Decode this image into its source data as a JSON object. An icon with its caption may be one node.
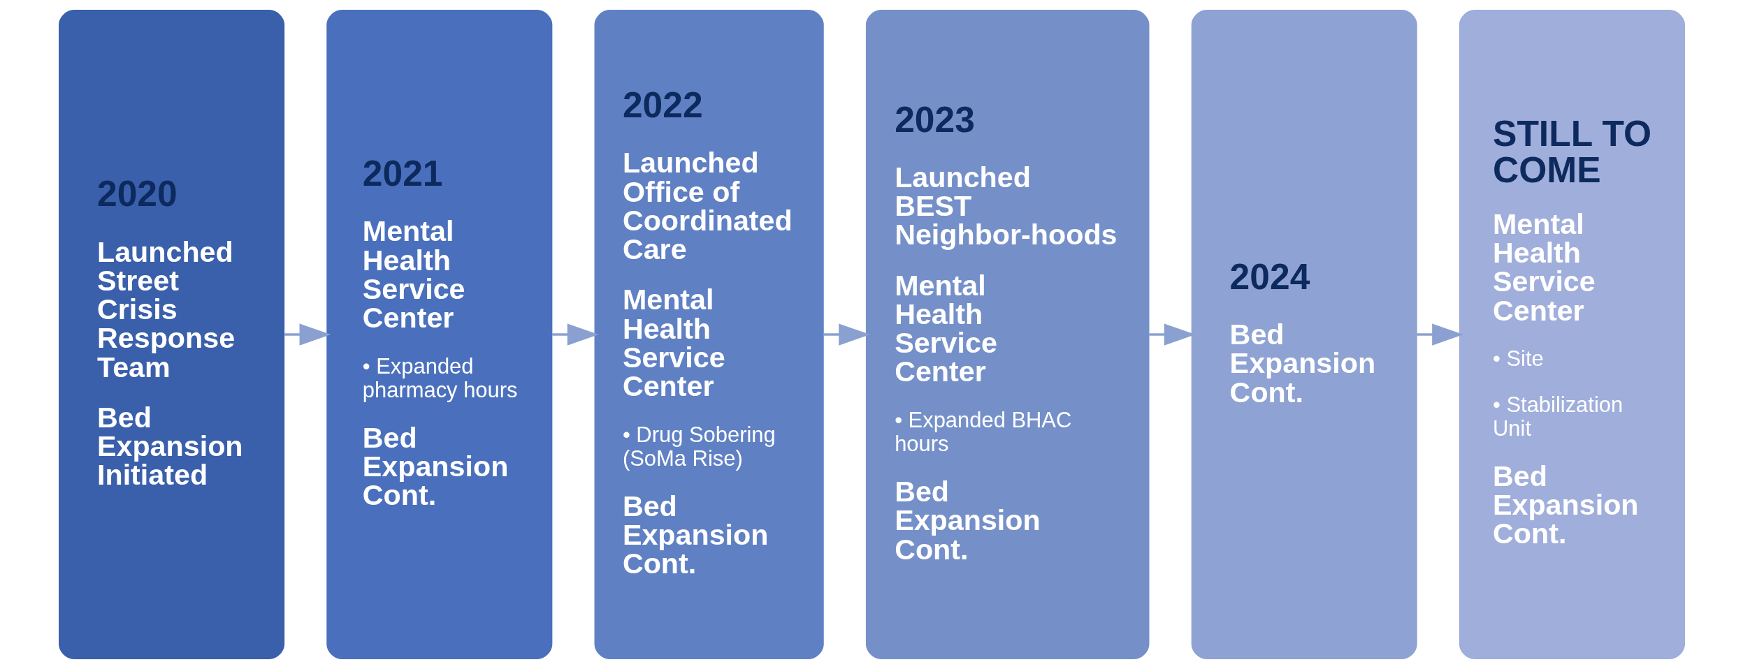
{
  "diagram": {
    "nodes": [
      {
        "text": [
          "2020",
          "Launched Street Crisis Response Team",
          "Bed Expansion Initiated"
        ]
      },
      {
        "text": [
          "2021",
          "Mental Health Service Center",
          "• Expanded pharmacy hours",
          "Bed Expansion Cont."
        ]
      },
      {
        "text": [
          "2022",
          "Launched Office of Coordinated Care",
          "Mental Health Service Center",
          "• Drug Sobering (SoMa Rise)",
          "Bed Expansion Cont."
        ]
      },
      {
        "text": [
          "2023",
          "Launched BEST Neighbor-hoods",
          "Mental Health Service Center",
          "• Expanded BHAC hours",
          "Bed Expansion Cont."
        ]
      },
      {
        "text": [
          "2024",
          "Bed Expansion Cont."
        ]
      },
      {
        "text": [
          "STILL TO COME",
          "Mental Health Service Center",
          "• Site",
          "• Stabilization Unit",
          "Bed Expansion Cont."
        ]
      }
    ],
    "edges": [
      {
        "from": 0,
        "to": 1,
        "arrow": "to"
      },
      {
        "from": 1,
        "to": 2,
        "arrow": "to"
      },
      {
        "from": 2,
        "to": 3,
        "arrow": "to"
      },
      {
        "from": 3,
        "to": 4,
        "arrow": "to"
      },
      {
        "from": 4,
        "to": 5,
        "arrow": "to"
      }
    ]
  }
}
